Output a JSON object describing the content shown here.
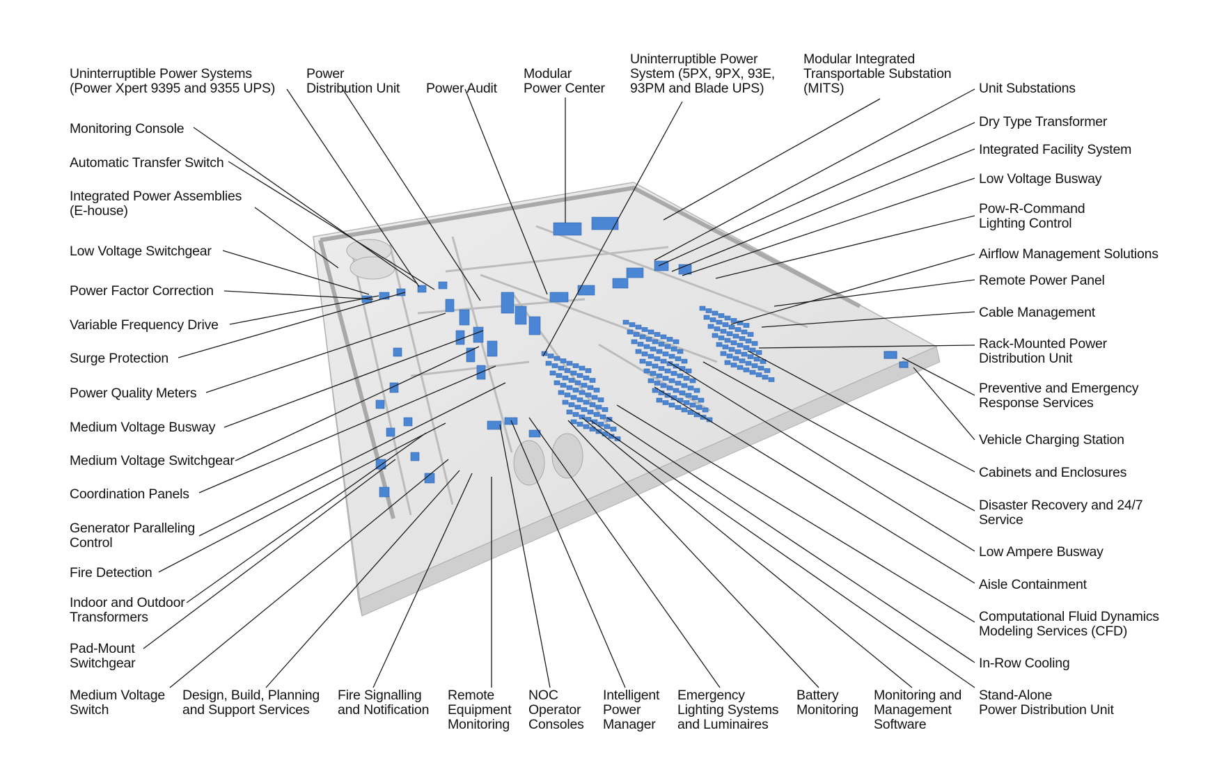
{
  "colors": {
    "leader": "#1a1a1a",
    "equipment": "#4a86d4",
    "equipment_dark": "#2f64ad",
    "building": "#d8d8d8",
    "floor": "#e9e9e9",
    "wall": "#bdbdbd"
  },
  "labels": {
    "ups_9395": "Uninterruptible Power Systems\n(Power Xpert 9395 and 9355 UPS)",
    "pdu": "Power\nDistribution Unit",
    "power_audit": "Power Audit",
    "modular_power_center": "Modular\nPower Center",
    "ups_blade": "Uninterruptible Power\nSystem (5PX, 9PX, 93E,\n93PM and Blade UPS)",
    "mits": "Modular Integrated\nTransportable Substation\n(MITS)",
    "monitoring_console": "Monitoring Console",
    "ats": "Automatic Transfer Switch",
    "ipa": "Integrated Power Assemblies\n(E-house)",
    "lv_switchgear": "Low Voltage Switchgear",
    "pfc": "Power Factor Correction",
    "vfd": "Variable Frequency Drive",
    "surge": "Surge Protection",
    "pq_meters": "Power Quality Meters",
    "mv_busway": "Medium Voltage Busway",
    "mv_switchgear": "Medium Voltage Switchgear",
    "coordination": "Coordination Panels",
    "gen_paralleling": "Generator Paralleling\nControl",
    "fire_detection": "Fire Detection",
    "transformers": "Indoor and Outdoor\nTransformers",
    "padmount": "Pad-Mount\nSwitchgear",
    "mv_switch": "Medium Voltage\nSwitch",
    "design_build": "Design, Build, Planning\nand Support Services",
    "fire_signalling": "Fire Signalling\nand Notification",
    "remote_equipment": "Remote\nEquipment\nMonitoring",
    "noc": "NOC\nOperator\nConsoles",
    "ipm": "Intelligent\nPower\nManager",
    "emergency_lighting": "Emergency\nLighting Systems\nand Luminaires",
    "battery": "Battery\nMonitoring",
    "mms": "Monitoring and\nManagement\nSoftware",
    "standalone_pdu": "Stand-Alone\nPower Distribution Unit",
    "unit_substations": "Unit Substations",
    "dry_transformer": "Dry Type Transformer",
    "ifs": "Integrated Facility System",
    "lv_busway": "Low Voltage Busway",
    "powr": "Pow-R-Command\nLighting Control",
    "airflow": "Airflow Management Solutions",
    "rpp": "Remote Power Panel",
    "cable_mgmt": "Cable Management",
    "rack_pdu": "Rack-Mounted Power\nDistribution Unit",
    "preventive": "Preventive and Emergency\nResponse Services",
    "vehicle": "Vehicle Charging Station",
    "cabinets": "Cabinets and Enclosures",
    "disaster": "Disaster Recovery and 24/7\nService",
    "low_ampere": "Low Ampere Busway",
    "aisle": "Aisle Containment",
    "cfd": "Computational Fluid Dynamics\nModeling Services (CFD)",
    "inrow": "In-Row Cooling"
  }
}
